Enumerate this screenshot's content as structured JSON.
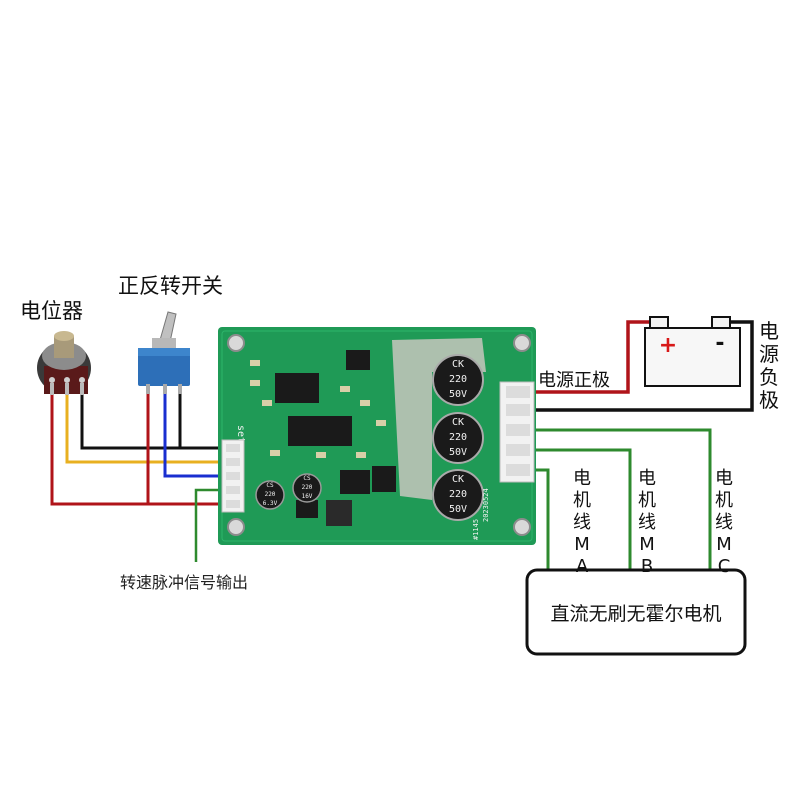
{
  "labels": {
    "potentiometer": "电位器",
    "direction_switch": "正反转开关",
    "speed_pulse_output": "转速脉冲信号输出",
    "power_positive": "电源正极",
    "power_negative": "电源负极",
    "motor_wire_a": "电机线MA",
    "motor_wire_b": "电机线MB",
    "motor_wire_c": "电机线MC",
    "motor": "直流无刷无霍尔电机",
    "battery_plus": "+",
    "battery_minus": "-"
  },
  "board": {
    "silk_set": "set",
    "silk_id": "#1145",
    "silk_date": "20230524",
    "capacitor_top": "CK",
    "capacitor_mid": "220",
    "capacitor_bottom": "50V",
    "small_cap_left_top": "CS",
    "small_cap_left_mid": "220",
    "small_cap_left_bottom": "6.3V",
    "small_cap_right_top": "CS",
    "small_cap_right_mid": "220",
    "small_cap_right_bottom": "16V"
  },
  "colors": {
    "board": "#1f9a56",
    "wire_red": "#b0141a",
    "wire_black": "#111111",
    "wire_yellow": "#e8b020",
    "wire_blue": "#1a2fd0",
    "wire_green": "#2e8a2e",
    "battery_plus": "#d81818"
  }
}
